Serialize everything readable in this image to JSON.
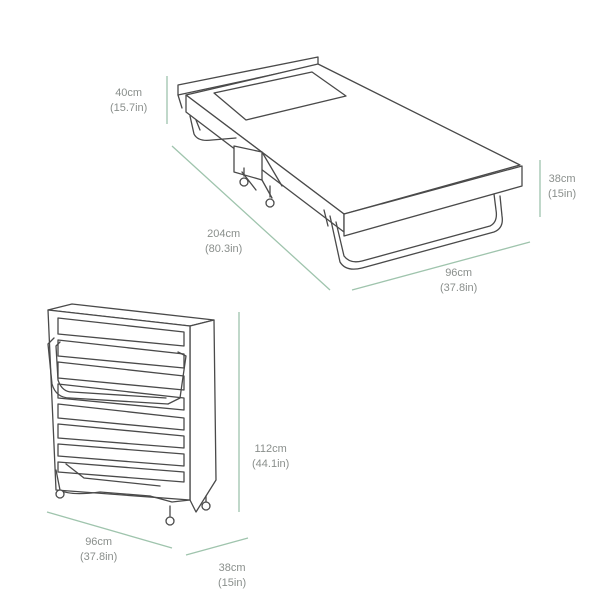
{
  "dimensions": {
    "open_height": {
      "metric": "40cm",
      "imperial": "(15.7in)"
    },
    "open_length": {
      "metric": "204cm",
      "imperial": "(80.3in)"
    },
    "open_depth": {
      "metric": "38cm",
      "imperial": "(15in)"
    },
    "open_width": {
      "metric": "96cm",
      "imperial": "(37.8in)"
    },
    "folded_height": {
      "metric": "112cm",
      "imperial": "(44.1in)"
    },
    "folded_width": {
      "metric": "96cm",
      "imperial": "(37.8in)"
    },
    "folded_depth": {
      "metric": "38cm",
      "imperial": "(15in)"
    }
  },
  "colors": {
    "line": "#4a4a4a",
    "dimension_line": "#9fc4ad",
    "text": "#8a8f8c"
  }
}
